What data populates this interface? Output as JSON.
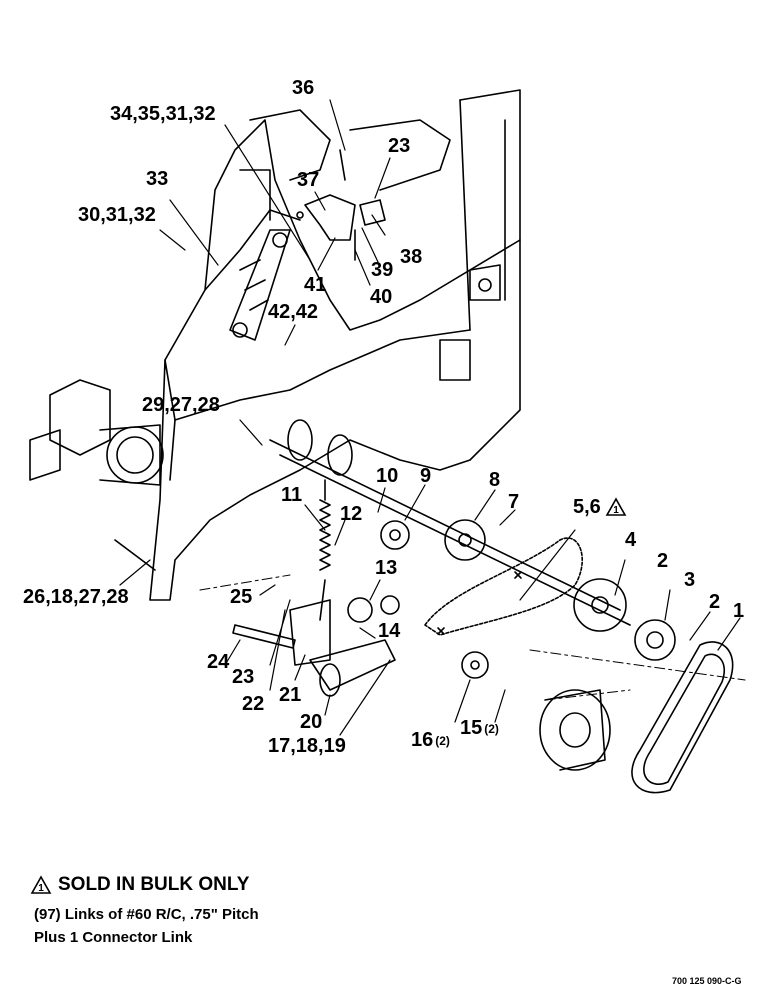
{
  "callouts": [
    {
      "id": "c36",
      "text": "36"
    },
    {
      "id": "c34",
      "text": "34,35,31,32"
    },
    {
      "id": "c23a",
      "text": "23"
    },
    {
      "id": "c37",
      "text": "37"
    },
    {
      "id": "c33",
      "text": "33"
    },
    {
      "id": "c30",
      "text": "30,31,32"
    },
    {
      "id": "c38",
      "text": "38"
    },
    {
      "id": "c39",
      "text": "39"
    },
    {
      "id": "c41",
      "text": "41"
    },
    {
      "id": "c40",
      "text": "40"
    },
    {
      "id": "c42",
      "text": "42,42"
    },
    {
      "id": "c29",
      "text": "29,27,28"
    },
    {
      "id": "c10",
      "text": "10"
    },
    {
      "id": "c9",
      "text": "9"
    },
    {
      "id": "c8",
      "text": "8"
    },
    {
      "id": "c7",
      "text": "7"
    },
    {
      "id": "c56",
      "text": "5,6"
    },
    {
      "id": "c11",
      "text": "11"
    },
    {
      "id": "c12",
      "text": "12"
    },
    {
      "id": "c4",
      "text": "4"
    },
    {
      "id": "c2a",
      "text": "2"
    },
    {
      "id": "c3",
      "text": "3"
    },
    {
      "id": "c2b",
      "text": "2"
    },
    {
      "id": "c1",
      "text": "1"
    },
    {
      "id": "c13",
      "text": "13"
    },
    {
      "id": "c26",
      "text": "26,18,27,28"
    },
    {
      "id": "c25",
      "text": "25"
    },
    {
      "id": "c14",
      "text": "14"
    },
    {
      "id": "c24",
      "text": "24"
    },
    {
      "id": "c23b",
      "text": "23"
    },
    {
      "id": "c22",
      "text": "22"
    },
    {
      "id": "c21",
      "text": "21"
    },
    {
      "id": "c20",
      "text": "20"
    },
    {
      "id": "c17",
      "text": "17,18,19"
    },
    {
      "id": "c16",
      "text": "16",
      "qty": "(2)"
    },
    {
      "id": "c15",
      "text": "15",
      "qty": "(2)"
    }
  ],
  "note": {
    "marker": "1",
    "title": "SOLD IN BULK ONLY",
    "line1": "(97) Links of #60 R/C, .75\" Pitch",
    "line2": "Plus 1 Connector Link"
  },
  "drawing_code": "700 125 090-C-G"
}
